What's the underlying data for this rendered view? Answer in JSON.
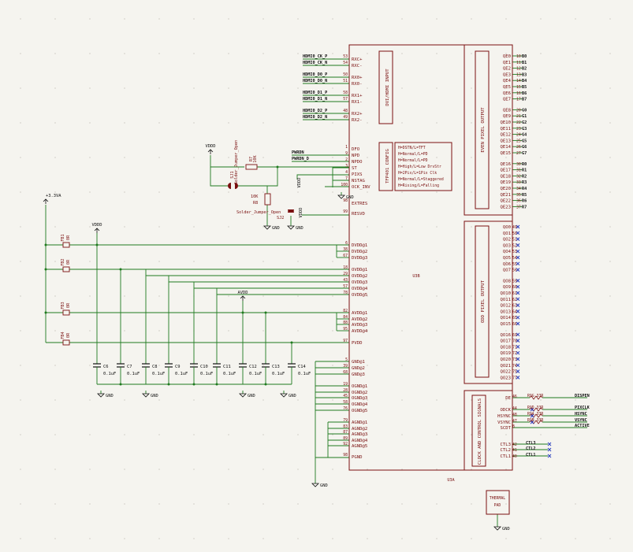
{
  "colors": {
    "wire": "#1f7a1f",
    "outline": "#7a1010",
    "text": "#111111",
    "noconnect": "#2b3fbf",
    "bg": "#f5f4ef"
  },
  "u3b": {
    "ref": "U3B",
    "section_label": "DVI/HDMI INPUT",
    "config_label": "TFP401 CONFIG",
    "top_pins": [
      {
        "net": "HDMI0_CK_P",
        "name": "RXC+",
        "num": "53"
      },
      {
        "net": "HDMI0_CK_N",
        "name": "RXC-",
        "num": "54"
      },
      {
        "net": "HDMI0_D0_P",
        "name": "RX0+",
        "num": "50"
      },
      {
        "net": "HDMI0_D0_N",
        "name": "RX0-",
        "num": "51"
      },
      {
        "net": "HDMI0_D1_P",
        "name": "RX1+",
        "num": "58"
      },
      {
        "net": "HDMI0_D1_N",
        "name": "RX1-",
        "num": "57"
      },
      {
        "net": "HDMI0_D2_P",
        "name": "RX2+",
        "num": "48"
      },
      {
        "net": "HDMI0_D2_N",
        "name": "RX2-",
        "num": "49"
      }
    ],
    "config_pins": [
      {
        "name": "DFO",
        "num": "1"
      },
      {
        "name": "NPD",
        "num": "9"
      },
      {
        "name": "NPDO",
        "num": "2"
      },
      {
        "name": "ST",
        "num": "3"
      },
      {
        "name": "PIXS",
        "num": "4"
      },
      {
        "name": "NSTAG",
        "num": "7"
      },
      {
        "name": "OCK_INV",
        "num": "100"
      }
    ],
    "config_notes": [
      "H=DSTN/L=TFT",
      "H=Normal/L=PD",
      "H=Normal/L=PD",
      "H=High/L=Low DrvStr",
      "H=2Pix/L=1Pix Clk",
      "H=Normal/L=Staggered",
      "H=Rising/L=Falling"
    ],
    "extres": {
      "name": "EXTRES",
      "num": "98"
    },
    "reset": {
      "name": "RESVD",
      "num": "99"
    },
    "dvdd": [
      {
        "name": "DVDD@1",
        "num": "6"
      },
      {
        "name": "DVDD@2",
        "num": "38"
      },
      {
        "name": "DVDD@3",
        "num": "67"
      }
    ],
    "ovdd": [
      {
        "name": "OVDD@1",
        "num": "18"
      },
      {
        "name": "OVDD@2",
        "num": "29"
      },
      {
        "name": "OVDD@3",
        "num": "43"
      },
      {
        "name": "OVDD@4",
        "num": "57"
      },
      {
        "name": "OVDD@5",
        "num": "78"
      }
    ],
    "avdd": [
      {
        "name": "AVDD@1",
        "num": "82"
      },
      {
        "name": "AVDD@2",
        "num": "84"
      },
      {
        "name": "AVDD@3",
        "num": "88"
      },
      {
        "name": "AVDD@4",
        "num": "95"
      }
    ],
    "pvdd": {
      "name": "PVDD",
      "num": "97"
    },
    "gnd": [
      {
        "name": "GND@1",
        "num": "5"
      },
      {
        "name": "GND@2",
        "num": "39"
      },
      {
        "name": "GND@3",
        "num": "68"
      }
    ],
    "ognd": [
      {
        "name": "OGND@1",
        "num": "19"
      },
      {
        "name": "OGND@2",
        "num": "28"
      },
      {
        "name": "OGND@3",
        "num": "45"
      },
      {
        "name": "OGND@4",
        "num": "58"
      },
      {
        "name": "OGND@5",
        "num": "76"
      }
    ],
    "agnd": [
      {
        "name": "AGND@1",
        "num": "79"
      },
      {
        "name": "AGND@2",
        "num": "83"
      },
      {
        "name": "AGND@3",
        "num": "87"
      },
      {
        "name": "AGND@4",
        "num": "89"
      },
      {
        "name": "AGND@5",
        "num": "92"
      }
    ],
    "pgnd": {
      "name": "PGND",
      "num": "98"
    },
    "net_labels": {
      "pwrdn": "PWRDN",
      "pwrdn_d": "PWRDN_D",
      "vdd": "VDDD"
    }
  },
  "passives": {
    "r7": {
      "ref": "R7",
      "value": "10K"
    },
    "r8": {
      "ref": "R8",
      "value": "10K"
    },
    "sj1": {
      "ref": "SJ1",
      "value": "Solder_Jumper_Open"
    },
    "sj2": {
      "ref": "SJ2",
      "value": "Solder_Jumper_Open"
    },
    "ferrites": [
      {
        "ref": "FB1",
        "value": "0R"
      },
      {
        "ref": "FB2",
        "value": "0R"
      },
      {
        "ref": "FB3",
        "value": "0R"
      },
      {
        "ref": "FB4",
        "value": "0R"
      }
    ],
    "caps": [
      {
        "ref": "C6",
        "value": "0.1uF"
      },
      {
        "ref": "C7",
        "value": "0.1uF"
      },
      {
        "ref": "C8",
        "value": "0.1uF"
      },
      {
        "ref": "C9",
        "value": "0.1uF"
      },
      {
        "ref": "C10",
        "value": "0.1uF"
      },
      {
        "ref": "C11",
        "value": "0.1uF"
      },
      {
        "ref": "C12",
        "value": "0.1uF"
      },
      {
        "ref": "C13",
        "value": "0.1uF"
      },
      {
        "ref": "C14",
        "value": "0.1uF"
      }
    ]
  },
  "power": {
    "vddd": "VDDD",
    "v33": "+3.3VA",
    "avdd": "AVDD",
    "gnd": "GND"
  },
  "u3a": {
    "ref": "U3A",
    "even_label": "EVEN PIXEL OUTPUT",
    "odd_label": "ODD PIXEL OUTPUT",
    "clk_label": "CLOCK AND CONTROL SIGNALS",
    "thermal_label": [
      "THERMAL",
      "PAD"
    ],
    "even_pins": [
      {
        "name": "QE0",
        "num": "10",
        "net": "B0"
      },
      {
        "name": "QE1",
        "num": "11",
        "net": "B1"
      },
      {
        "name": "QE2",
        "num": "12",
        "net": "B2"
      },
      {
        "name": "QE3",
        "num": "13",
        "net": "B3"
      },
      {
        "name": "QE4",
        "num": "14",
        "net": "B4"
      },
      {
        "name": "QE5",
        "num": "15",
        "net": "B5"
      },
      {
        "name": "QE6",
        "num": "16",
        "net": "B6"
      },
      {
        "name": "QE7",
        "num": "17",
        "net": "B7"
      },
      {
        "name": "QE8",
        "num": "20",
        "net": "G0"
      },
      {
        "name": "QE9",
        "num": "21",
        "net": "G1"
      },
      {
        "name": "QE10",
        "num": "22",
        "net": "G2"
      },
      {
        "name": "QE11",
        "num": "23",
        "net": "G3"
      },
      {
        "name": "QE12",
        "num": "24",
        "net": "G4"
      },
      {
        "name": "QE13",
        "num": "25",
        "net": "G5"
      },
      {
        "name": "QE14",
        "num": "26",
        "net": "G6"
      },
      {
        "name": "QE15",
        "num": "27",
        "net": "G7"
      },
      {
        "name": "QE16",
        "num": "30",
        "net": "R0"
      },
      {
        "name": "QE17",
        "num": "31",
        "net": "R1"
      },
      {
        "name": "QE18",
        "num": "32",
        "net": "R2"
      },
      {
        "name": "QE19",
        "num": "33",
        "net": "R3"
      },
      {
        "name": "QE20",
        "num": "34",
        "net": "R4"
      },
      {
        "name": "QE21",
        "num": "35",
        "net": "R5"
      },
      {
        "name": "QE22",
        "num": "36",
        "net": "R6"
      },
      {
        "name": "QE23",
        "num": "37",
        "net": "R7"
      }
    ],
    "odd_pins": [
      {
        "name": "QO0",
        "num": "49"
      },
      {
        "name": "QO1",
        "num": "50"
      },
      {
        "name": "QO2",
        "num": "51"
      },
      {
        "name": "QO3",
        "num": "52"
      },
      {
        "name": "QO4",
        "num": "53"
      },
      {
        "name": "QO5",
        "num": "54"
      },
      {
        "name": "QO6",
        "num": "55"
      },
      {
        "name": "QO7",
        "num": "56"
      },
      {
        "name": "QO8",
        "num": "59"
      },
      {
        "name": "QO9",
        "num": "60"
      },
      {
        "name": "QO10",
        "num": "61"
      },
      {
        "name": "QO11",
        "num": "62"
      },
      {
        "name": "QO12",
        "num": "63"
      },
      {
        "name": "QO13",
        "num": "64"
      },
      {
        "name": "QO14",
        "num": "65"
      },
      {
        "name": "QO15",
        "num": "66"
      },
      {
        "name": "QO16",
        "num": "69"
      },
      {
        "name": "QO17",
        "num": "70"
      },
      {
        "name": "QO18",
        "num": "71"
      },
      {
        "name": "QO19",
        "num": "72"
      },
      {
        "name": "QO20",
        "num": "73"
      },
      {
        "name": "QO21",
        "num": "74"
      },
      {
        "name": "QO22",
        "num": "75"
      },
      {
        "name": "QO23",
        "num": "77"
      }
    ],
    "clk_pins": [
      {
        "name": "DE",
        "num": "46",
        "res": "R9G 33R",
        "net": "DISPEN"
      },
      {
        "name": "ODCK",
        "num": "44",
        "res": "R9D 33R",
        "net": "PIXCLK"
      },
      {
        "name": "HSYNC",
        "num": "48",
        "res": "R9A 33R",
        "net": "HSYNC"
      },
      {
        "name": "VSYNC",
        "num": "47",
        "res": "R9B 33R",
        "net": "VSYNC"
      },
      {
        "name": "SCDT",
        "num": "8",
        "res": "",
        "net": "ACTIVE"
      }
    ],
    "ctl_pins": [
      {
        "name": "CTL3",
        "num": "42",
        "net": "CTL3"
      },
      {
        "name": "CTL2",
        "num": "41",
        "net": "CTL2"
      },
      {
        "name": "CTL1",
        "num": "40",
        "net": "CTL1"
      }
    ],
    "thermal_gnd": "GND"
  }
}
